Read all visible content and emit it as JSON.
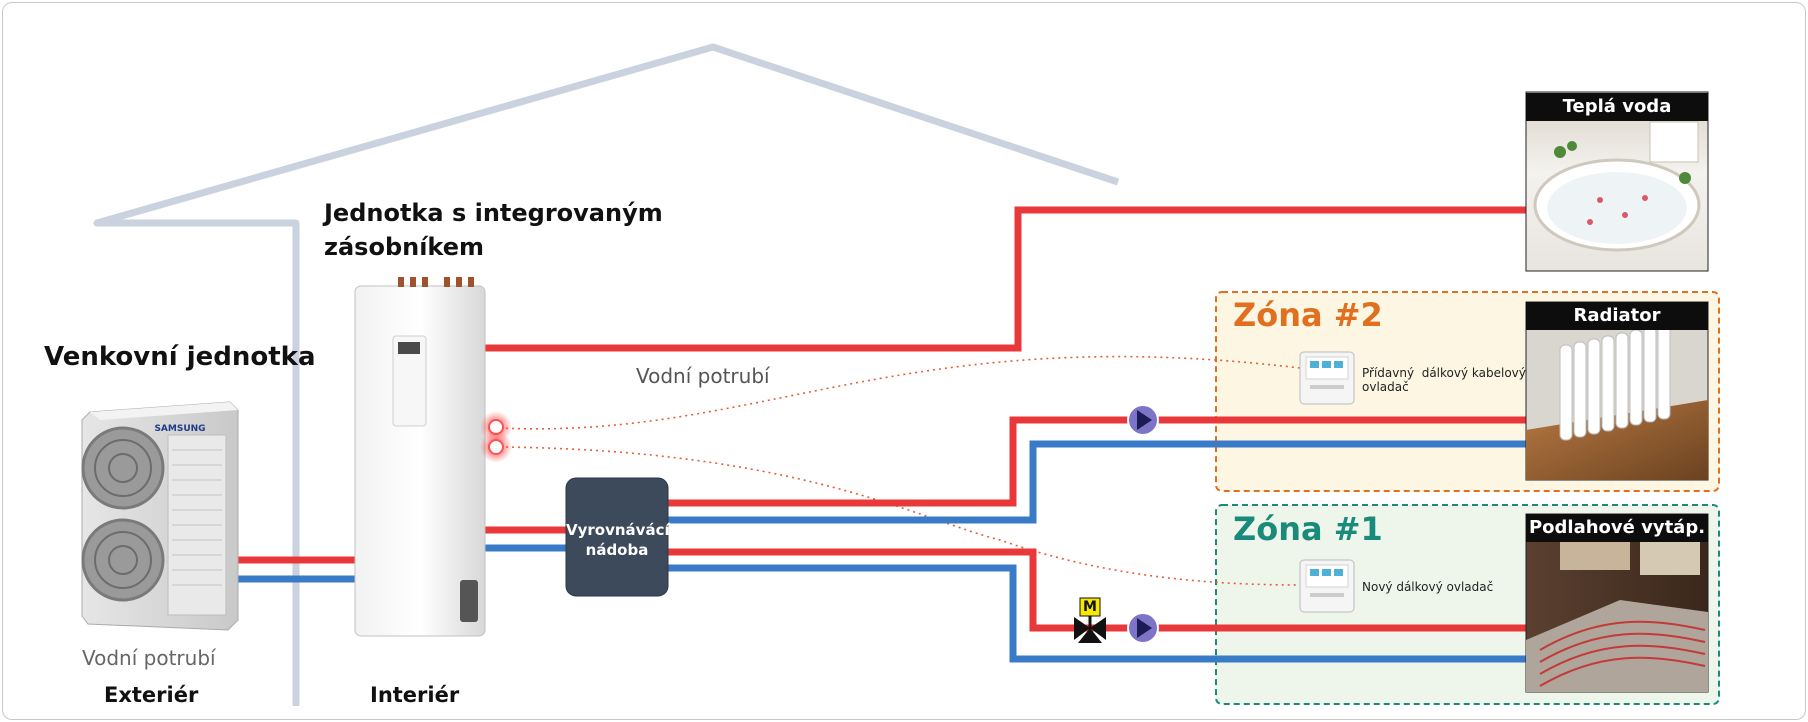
{
  "labels": {
    "outdoor_unit": "Venkovní jednotka",
    "integrated_unit_line1": "Jednotka s integrovaným",
    "integrated_unit_line2": "zásobníkem",
    "water_pipe_top": "Vodní potrubí",
    "water_pipe_bottom": "Vodní potrubí",
    "exterior": "Exteriér",
    "interior": "Interiér",
    "buffer_line1": "Vyrovnávácí",
    "buffer_line2": "nádoba",
    "zone2": "Zóna #2",
    "zone1": "Zóna #1",
    "remote_extra_line1": "Přídavný  dálkový kabelový",
    "remote_extra_line2": "ovladač",
    "remote_new": "Nový dálkový ovladač",
    "hot_water": "Teplá voda",
    "radiator": "Radiator",
    "floor_heating": "Podlahové vytáp.",
    "brand": "SAMSUNG",
    "motor_valve": "M"
  },
  "colors": {
    "hot_pipe": "#e8383a",
    "cold_pipe": "#3a7bc8",
    "house_outline": "#c9d2de",
    "zone2_accent": "#e0701f",
    "zone2_fill": "#fdf6e3",
    "zone1_accent": "#1a8a7a",
    "zone1_fill": "#eef6ec",
    "buffer_tank": "#3d4a5c",
    "pump": "#7d74c8"
  }
}
